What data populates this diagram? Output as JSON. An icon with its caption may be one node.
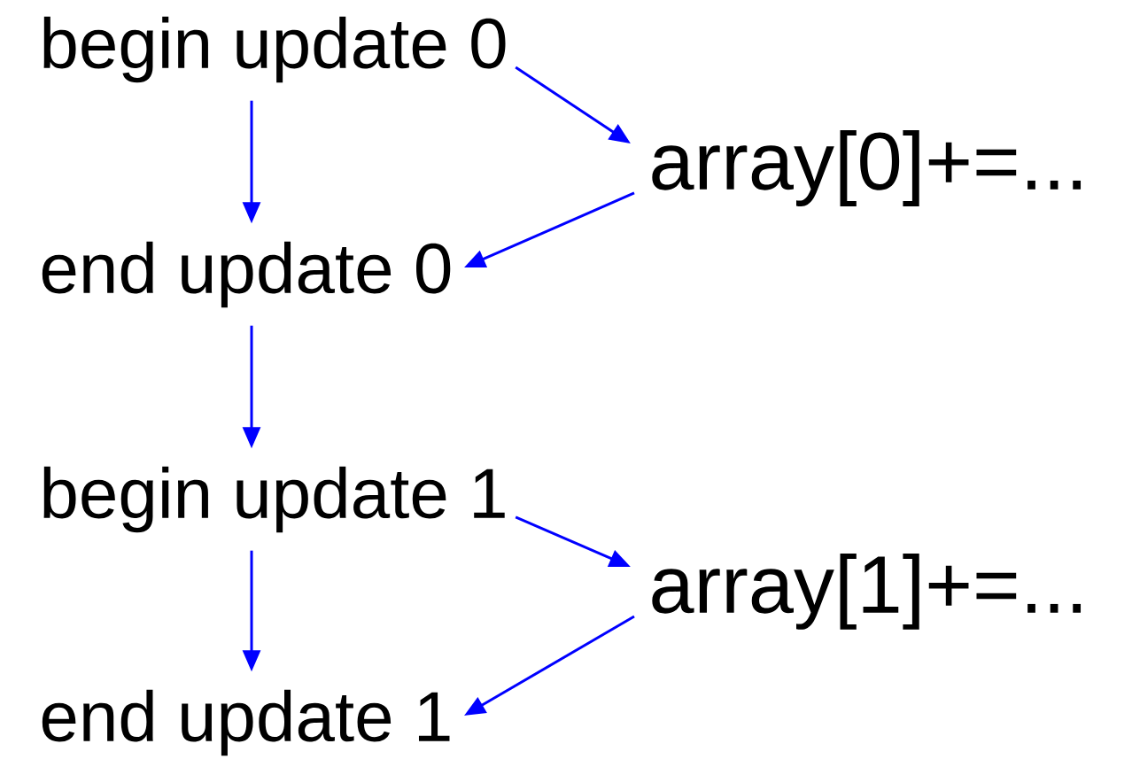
{
  "diagram": {
    "nodes": [
      {
        "text": [
          "begin update 0"
        ]
      },
      {
        "text": [
          "array[0]+=..."
        ]
      },
      {
        "text": [
          "end update 0"
        ]
      },
      {
        "text": [
          "begin update 1"
        ]
      },
      {
        "text": [
          "array[1]+=..."
        ]
      },
      {
        "text": [
          "end update 1"
        ]
      }
    ],
    "edges": [
      {
        "from": 0,
        "to": 2,
        "arrow": "to"
      },
      {
        "from": 0,
        "to": 1,
        "arrow": "to"
      },
      {
        "from": 1,
        "to": 2,
        "arrow": "to"
      },
      {
        "from": 2,
        "to": 3,
        "arrow": "to"
      },
      {
        "from": 3,
        "to": 5,
        "arrow": "to"
      },
      {
        "from": 3,
        "to": 4,
        "arrow": "to"
      },
      {
        "from": 4,
        "to": 5,
        "arrow": "to"
      }
    ]
  }
}
